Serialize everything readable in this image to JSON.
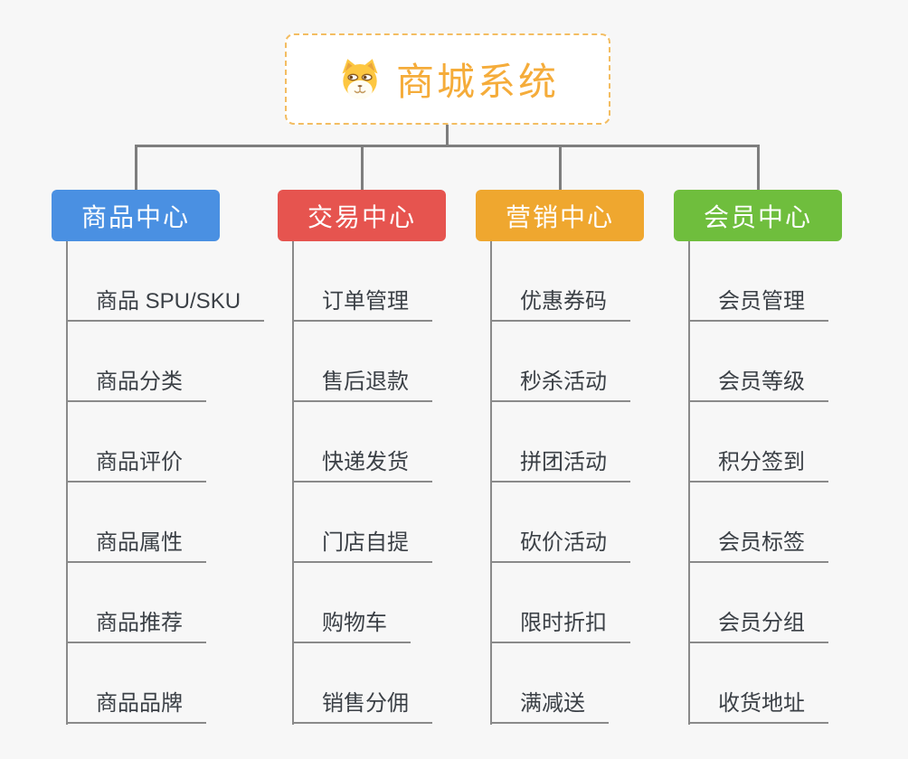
{
  "root": {
    "title": "商城系统",
    "icon": "shiba-dog-face"
  },
  "branches": [
    {
      "label": "商品中心",
      "color": "#4A90E2",
      "children": [
        "商品 SPU/SKU",
        "商品分类",
        "商品评价",
        "商品属性",
        "商品推荐",
        "商品品牌"
      ]
    },
    {
      "label": "交易中心",
      "color": "#E6544F",
      "children": [
        "订单管理",
        "售后退款",
        "快递发货",
        "门店自提",
        "购物车",
        "销售分佣"
      ]
    },
    {
      "label": "营销中心",
      "color": "#EFA72F",
      "children": [
        "优惠券码",
        "秒杀活动",
        "拼团活动",
        "砍价活动",
        "限时折扣",
        "满减送"
      ]
    },
    {
      "label": "会员中心",
      "color": "#6FBE3D",
      "children": [
        "会员管理",
        "会员等级",
        "积分签到",
        "会员标签",
        "会员分组",
        "收货地址"
      ]
    }
  ],
  "colors": {
    "canvas_background": "#F7F7F7",
    "root_accent": "#F5AC3A",
    "root_border": "#F3BD62",
    "tree_line": "#7E7E7E",
    "underline": "#8A8A8A",
    "item_text": "#3B4046"
  }
}
